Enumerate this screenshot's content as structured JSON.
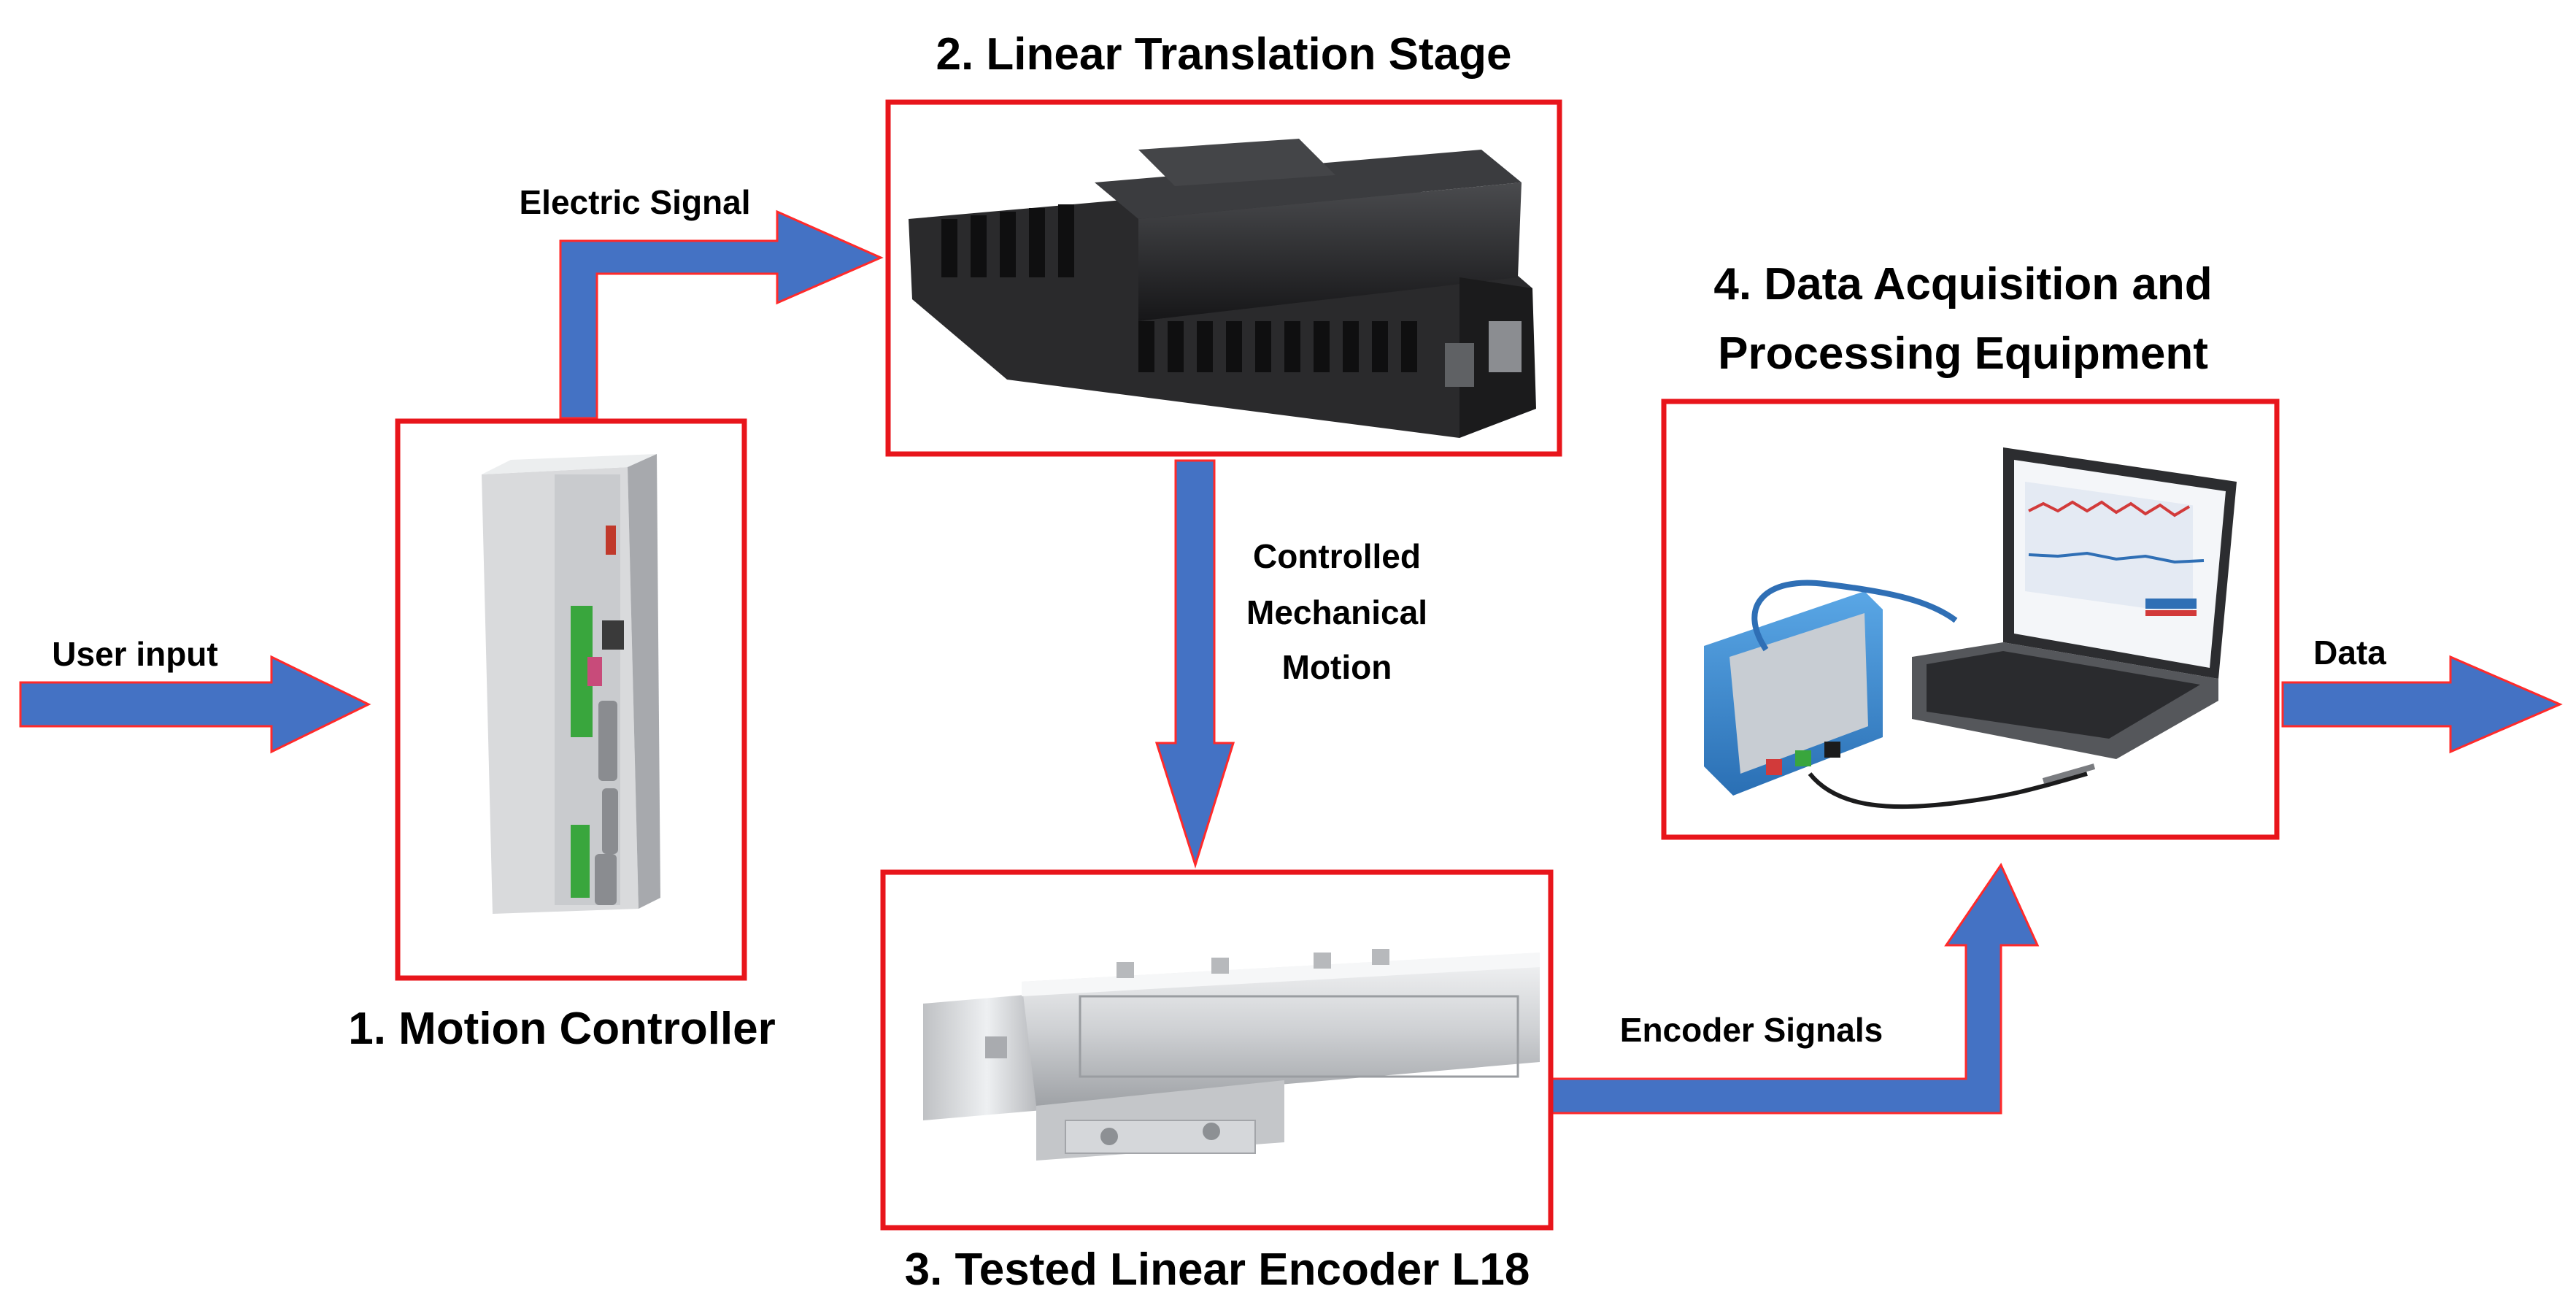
{
  "nodes": {
    "motion_controller": {
      "label": "1. Motion Controller"
    },
    "translation_stage": {
      "label": "2. Linear Translation Stage"
    },
    "linear_encoder": {
      "label": "3. Tested Linear Encoder L18"
    },
    "daq": {
      "label_line1": "4. Data Acquisition and",
      "label_line2": "Processing Equipment"
    }
  },
  "edges": {
    "user_input": {
      "label": "User input"
    },
    "electric_signal": {
      "label": "Electric Signal"
    },
    "mechanical_motion": {
      "label_line1": "Controlled",
      "label_line2": "Mechanical",
      "label_line3": "Motion"
    },
    "encoder_signals": {
      "label": "Encoder Signals"
    },
    "data_out": {
      "label": "Data"
    }
  },
  "colors": {
    "arrow_fill": "#4472c4",
    "arrow_stroke": "#ff2a2a",
    "box_border": "#e8151b",
    "device_silver": "#d9dadc",
    "device_dark": "#2a2a2c",
    "screen_blue": "#2f6fb5"
  }
}
